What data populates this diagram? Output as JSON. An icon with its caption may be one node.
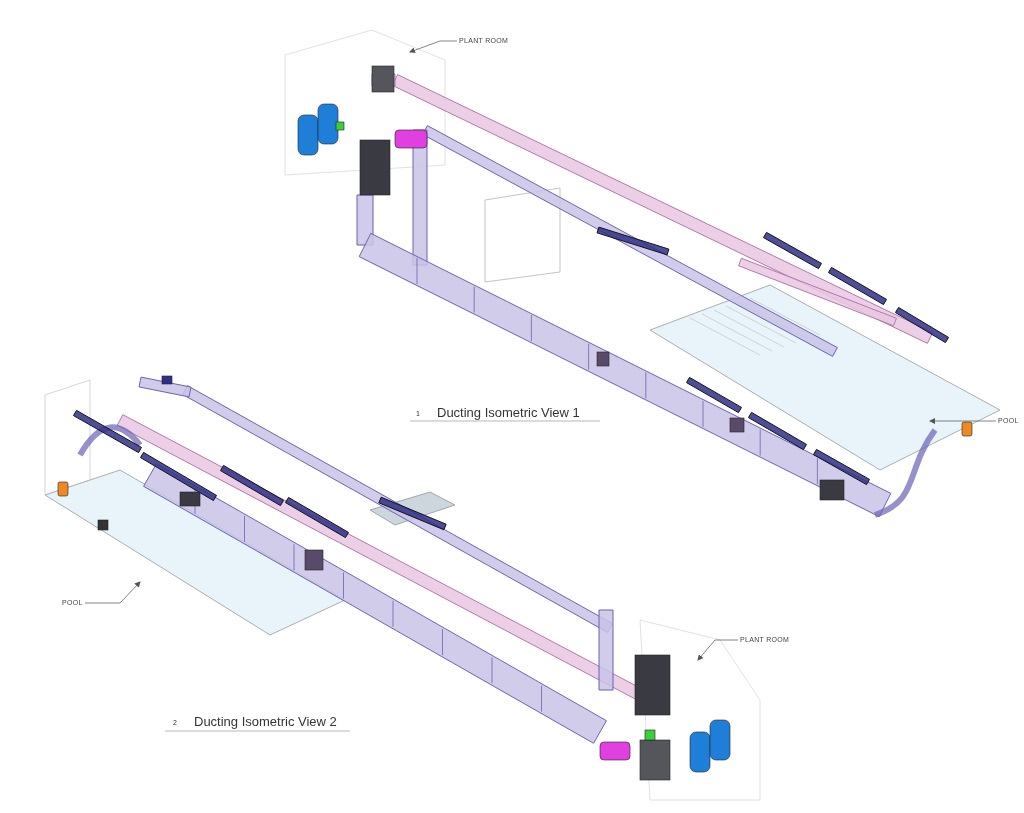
{
  "diagram": {
    "nodes": [
      {
        "text": [
          "PLANT ROOM"
        ]
      },
      {
        "text": [
          "POOL"
        ]
      },
      {
        "text": [
          "POOL"
        ]
      },
      {
        "text": [
          "PLANT ROOM"
        ]
      }
    ],
    "edges": [
      {
        "from": 0,
        "to": null,
        "arrow": "to"
      },
      {
        "from": 1,
        "to": null,
        "arrow": "to"
      },
      {
        "from": 2,
        "to": null,
        "arrow": "to"
      },
      {
        "from": 3,
        "to": null,
        "arrow": "to"
      }
    ],
    "labels": [
      "1",
      "Ducting Isometric View 1",
      "2",
      "Ducting Isometric View 2"
    ]
  }
}
